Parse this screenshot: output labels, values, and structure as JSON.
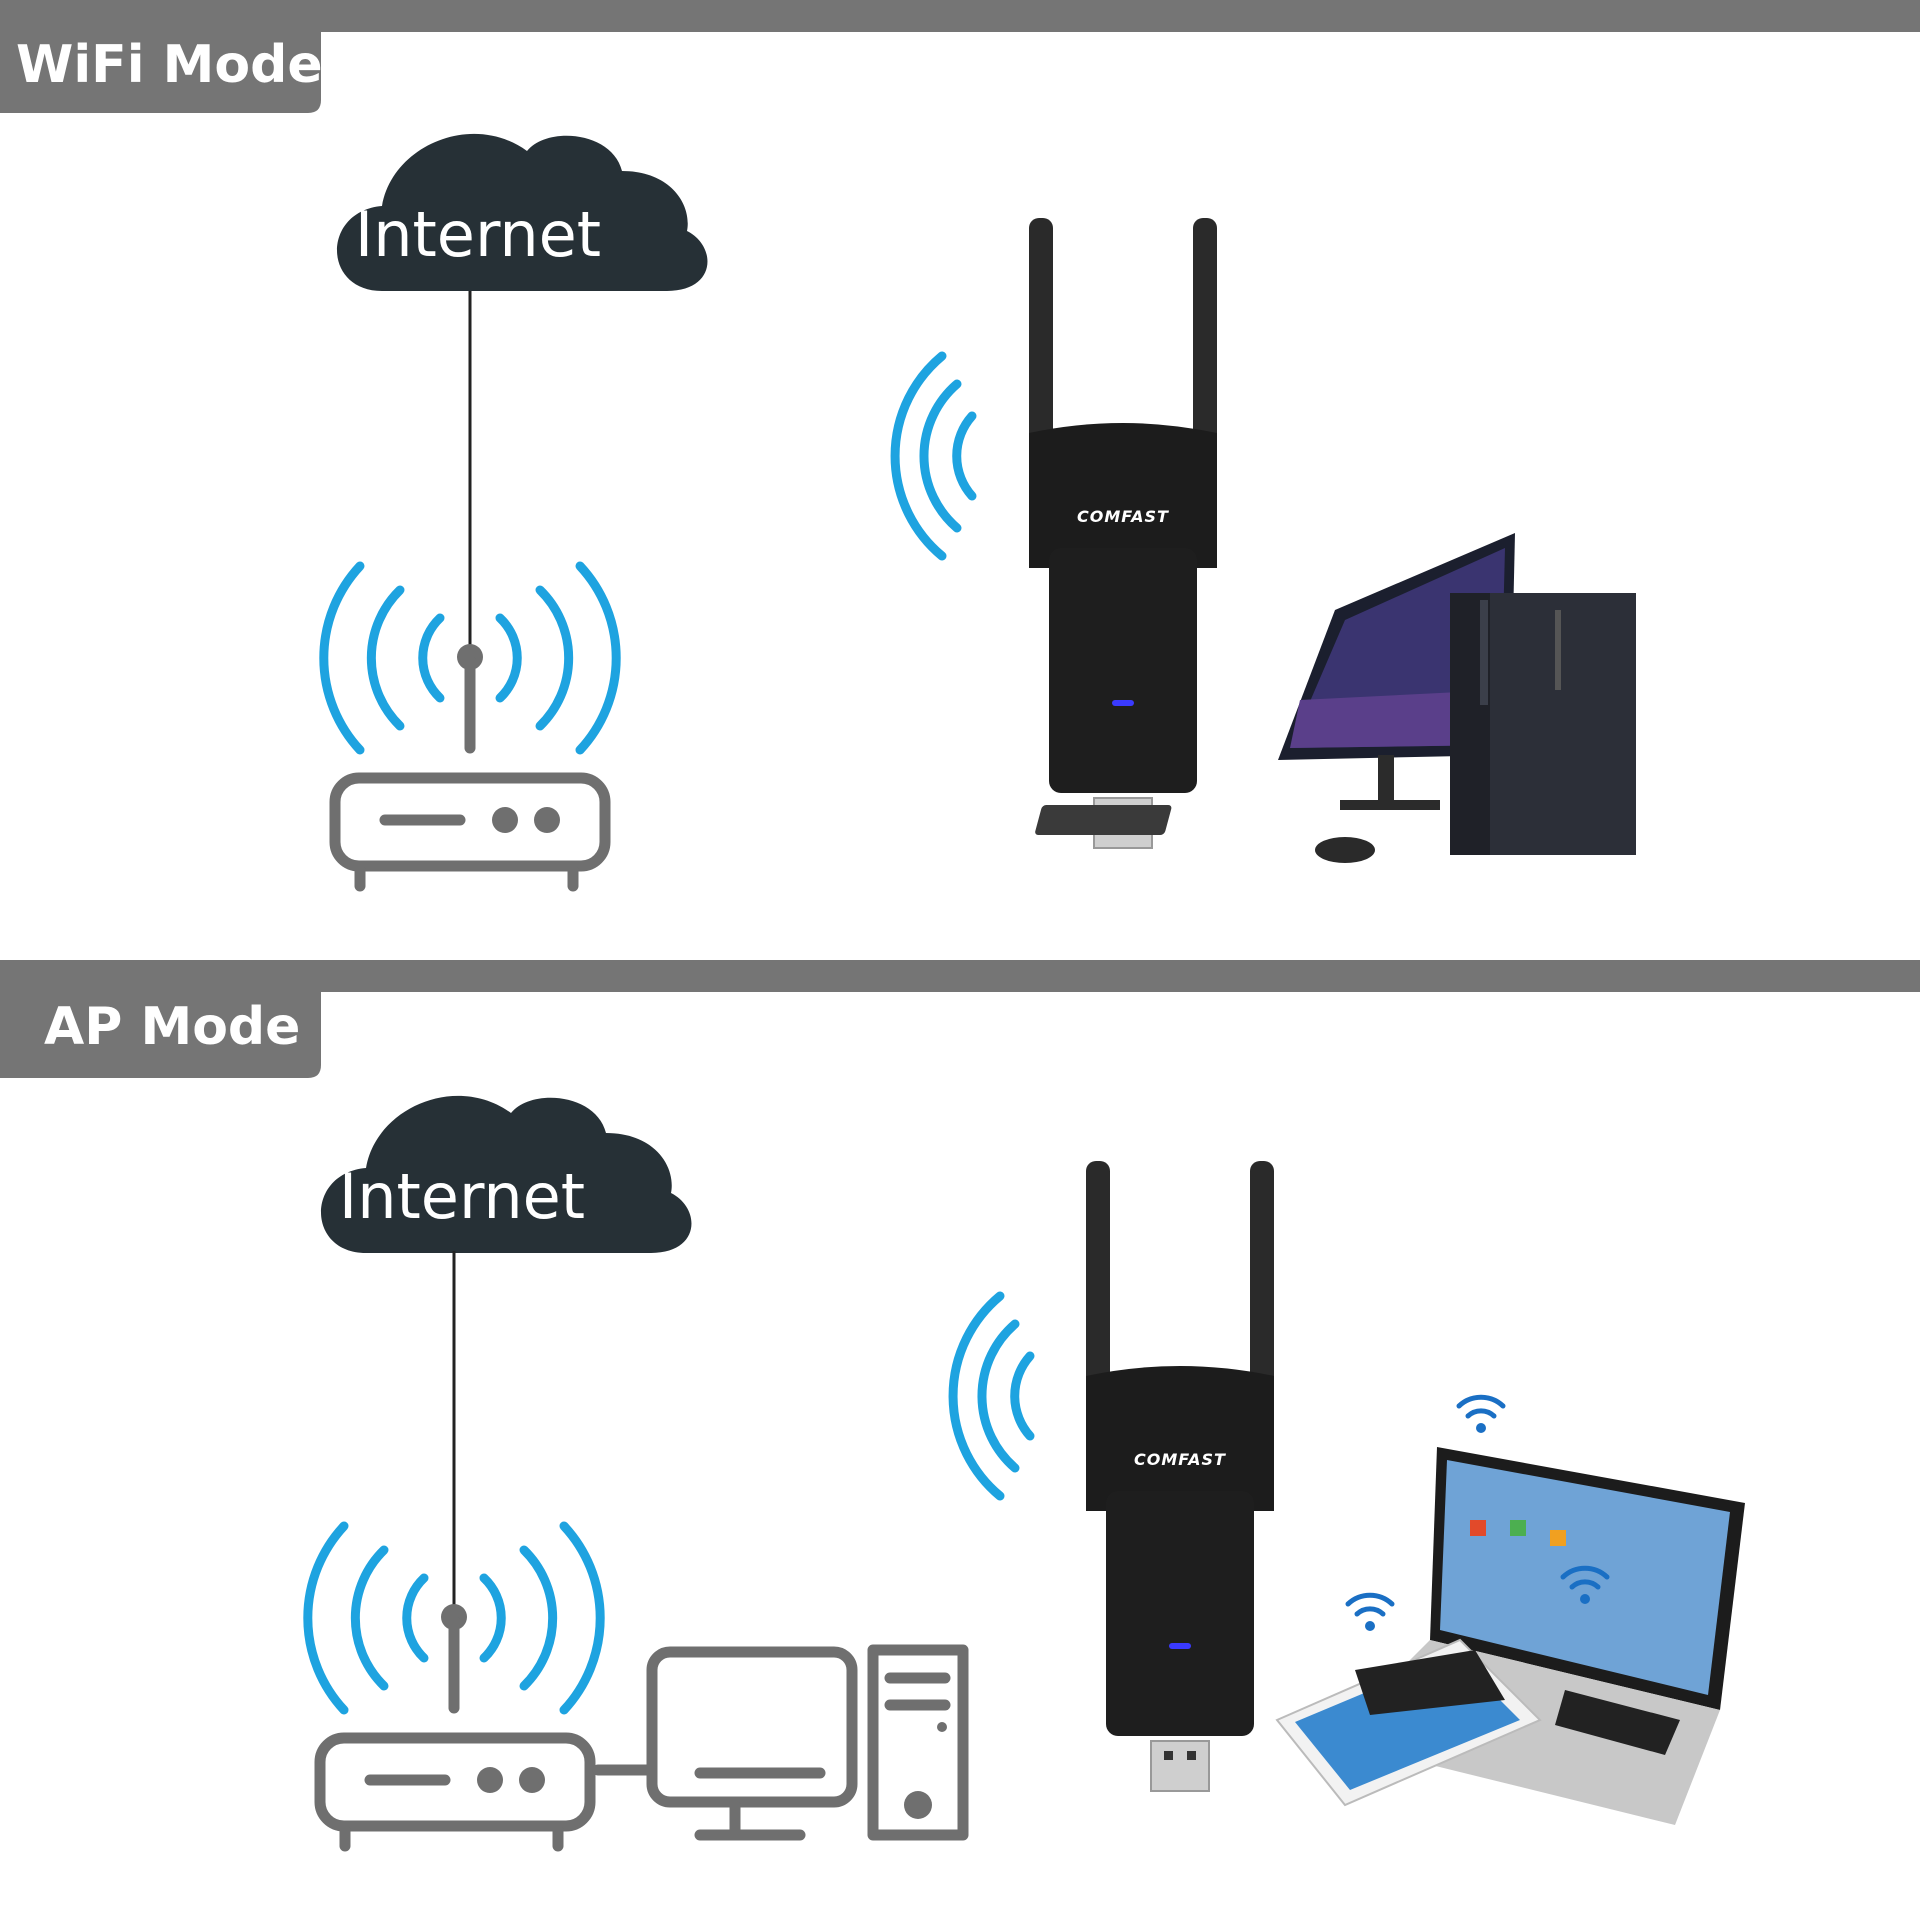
{
  "sections": [
    {
      "title": "WiFi Mode",
      "cloud_label": "Internet",
      "device_brand": "COMFAST",
      "client": "desktop-computer"
    },
    {
      "title": "AP Mode",
      "cloud_label": "Internet",
      "device_brand": "COMFAST",
      "client": "laptop-tablet-phones"
    }
  ],
  "colors": {
    "bar": "#757575",
    "cloud": "#263036",
    "wave": "#1ea3e0",
    "icon_gray": "#6f6f6f",
    "led": "#3a3aff"
  }
}
